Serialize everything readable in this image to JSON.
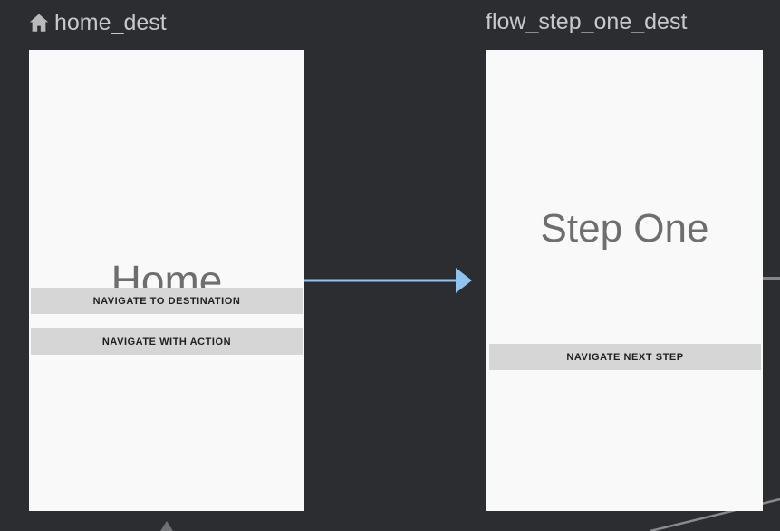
{
  "editor": {
    "background_color": "#2b2d30",
    "card_color": "#f9f9f9",
    "action_arrow_color": "#8fc4f0",
    "inactive_connector_color": "#878787"
  },
  "destinations": [
    {
      "id": "home_dest",
      "label": "home_dest",
      "icon": "home-icon",
      "has_icon": true,
      "screen": {
        "title": "Home",
        "buttons": [
          {
            "label": "NAVIGATE TO DESTINATION"
          },
          {
            "label": "NAVIGATE WITH ACTION"
          }
        ]
      }
    },
    {
      "id": "flow_step_one_dest",
      "label": "flow_step_one_dest",
      "icon": null,
      "has_icon": false,
      "screen": {
        "title": "Step One",
        "buttons": [
          {
            "label": "NAVIGATE NEXT STEP"
          }
        ]
      }
    }
  ],
  "actions": [
    {
      "name": "home-to-step-one-action",
      "from": "home_dest",
      "to": "flow_step_one_dest",
      "highlighted": true
    },
    {
      "name": "step-one-outgoing-action",
      "from": "flow_step_one_dest",
      "to": "offscreen-right",
      "highlighted": false
    },
    {
      "name": "step-one-bottom-action",
      "from": "flow_step_one_dest",
      "to": "offscreen-bottom-right",
      "highlighted": false
    },
    {
      "name": "home-incoming-action",
      "from": "offscreen-bottom",
      "to": "home_dest",
      "highlighted": false
    }
  ]
}
